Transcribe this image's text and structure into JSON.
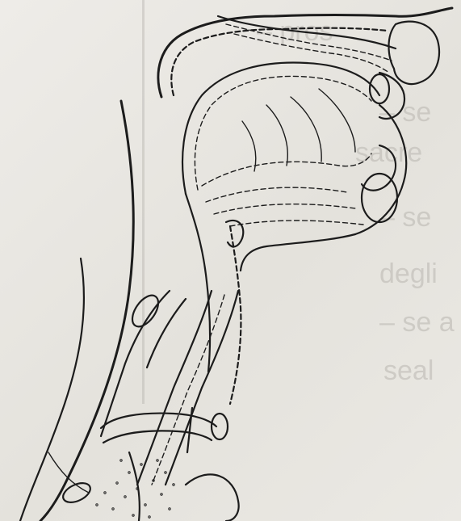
{
  "bleed_through": [
    "– pros",
    "– se",
    "sacre",
    "– se",
    "degli",
    "– se a",
    "seal"
  ],
  "colors": {
    "paper": "#e9e7e2",
    "ink": "#1c1c1c",
    "bleed": "#b9b6b0"
  }
}
